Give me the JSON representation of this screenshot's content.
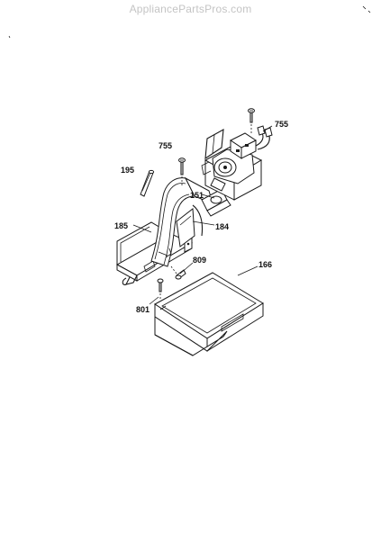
{
  "watermark": "AppliancePartsPros.com",
  "callouts": {
    "p755a": "755",
    "p755b": "755",
    "p195": "195",
    "p151": "151",
    "p184": "184",
    "p185": "185",
    "p809": "809",
    "p166": "166",
    "p801": "801"
  }
}
